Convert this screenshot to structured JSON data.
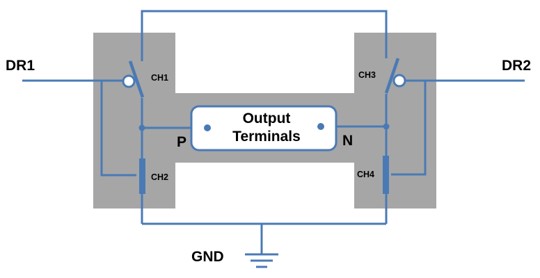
{
  "diagram": {
    "inputs": {
      "left": "DR1",
      "right": "DR2"
    },
    "ground": "GND",
    "terminals": {
      "line1": "Output",
      "line2": "Terminals",
      "positive": "P",
      "negative": "N"
    },
    "switches": {
      "ch1": "CH1",
      "ch2": "CH2",
      "ch3": "CH3",
      "ch4": "CH4"
    },
    "colors": {
      "wire": "#4a7ab5",
      "block": "#a6a6a6",
      "box_fill": "#ffffff",
      "text": "#000000"
    }
  }
}
